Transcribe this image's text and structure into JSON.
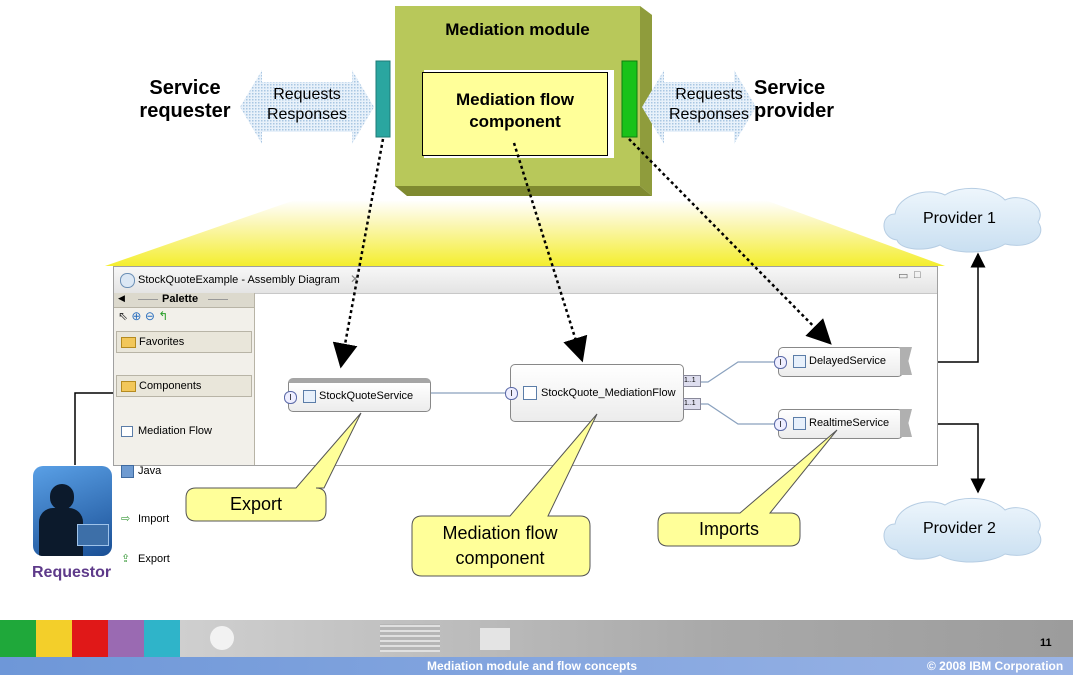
{
  "module": {
    "title": "Mediation module",
    "flow_component": "Mediation flow component"
  },
  "requester": {
    "label_line1": "Service",
    "label_line2": "requester",
    "arrow_line1": "Requests",
    "arrow_line2": "Responses"
  },
  "provider": {
    "label_line1": "Service",
    "label_line2": "provider",
    "arrow_line1": "Requests",
    "arrow_line2": "Responses"
  },
  "clouds": {
    "provider1": "Provider 1",
    "provider2": "Provider 2"
  },
  "window": {
    "title": "StockQuoteExample - Assembly Diagram",
    "palette_title": "Palette",
    "palette_items": {
      "favorites": "Favorites",
      "components": "Components",
      "mediation_flow": "Mediation Flow",
      "java": "Java",
      "import": "Import",
      "export": "Export"
    },
    "components": {
      "export": "StockQuoteService",
      "flow": "StockQuote_MediationFlow",
      "delayed": "DelayedService",
      "realtime": "RealtimeService"
    },
    "multiplicity": "1..1"
  },
  "callouts": {
    "export": "Export",
    "flow": "Mediation flow component",
    "imports": "Imports"
  },
  "requestor": "Requestor",
  "footer": {
    "page_number": "11",
    "title": "Mediation module and flow concepts",
    "copyright": "© 2008 IBM Corporation"
  },
  "colors": {
    "module_green": "#b8c85a",
    "callout_yellow": "#ffff99",
    "footer_blue": "#7b9fd9",
    "requestor_purple": "#5e3a8a"
  }
}
